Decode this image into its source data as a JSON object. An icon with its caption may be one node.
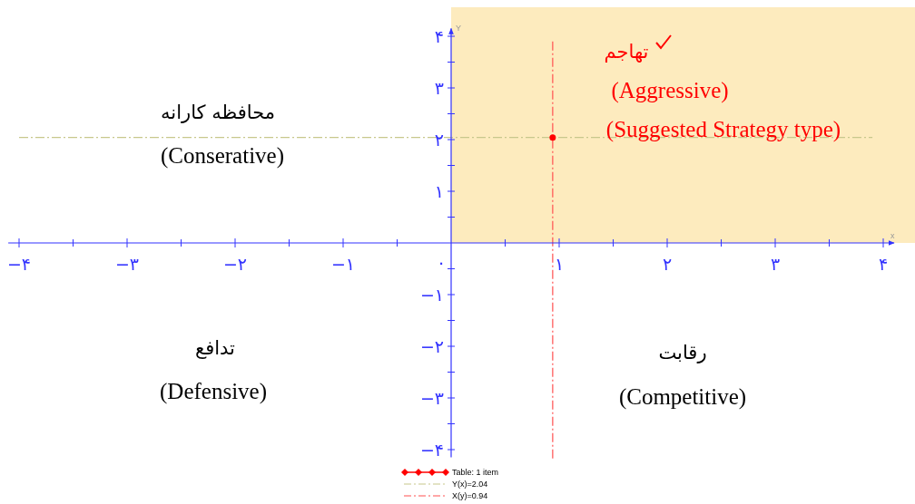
{
  "diagram": {
    "labels": [
      "محافظه کارانه",
      "(Conserative)",
      "تهاجم",
      "(Aggressive)",
      "(Suggested Strategy type)",
      "تدافع",
      "(Defensive)",
      "رقابت",
      "(Competitive)"
    ],
    "legend": [
      {
        "text": "Table: 1 item"
      },
      {
        "text": "Y(x)=2.04"
      },
      {
        "text": "X(y)=0.94"
      }
    ],
    "chart_data": {
      "type": "scatter",
      "xlabel": "x",
      "ylabel": "Y",
      "x": [
        0.94
      ],
      "series": [
        {
          "color": "#ff0000",
          "values": [
            2.04
          ]
        }
      ],
      "ref_lines": [
        {
          "axis": "y",
          "value": 2.04,
          "color": "#c8c88c"
        },
        {
          "axis": "x",
          "value": 0.94,
          "color": "#ff5050"
        }
      ],
      "xlim": [
        -4.1,
        4.1
      ],
      "ylim": [
        -4.15,
        4.15
      ],
      "xticks": [
        {
          "value": -4,
          "label": "−۴"
        },
        {
          "value": -3,
          "label": "−۳"
        },
        {
          "value": -2,
          "label": "−۲"
        },
        {
          "value": -1,
          "label": "−۱"
        },
        {
          "value": 0,
          "label": "۰"
        },
        {
          "value": 1,
          "label": "۱"
        },
        {
          "value": 2,
          "label": "۲"
        },
        {
          "value": 3,
          "label": "۳"
        },
        {
          "value": 4,
          "label": "۴"
        }
      ],
      "yticks": [
        {
          "value": -4,
          "label": "−۴"
        },
        {
          "value": -3,
          "label": "−۳"
        },
        {
          "value": -2,
          "label": "−۲"
        },
        {
          "value": -1,
          "label": "−۱"
        },
        {
          "value": 1,
          "label": "۱"
        },
        {
          "value": 2,
          "label": "۲"
        },
        {
          "value": 3,
          "label": "۳"
        },
        {
          "value": 4,
          "label": "۴"
        }
      ]
    }
  }
}
